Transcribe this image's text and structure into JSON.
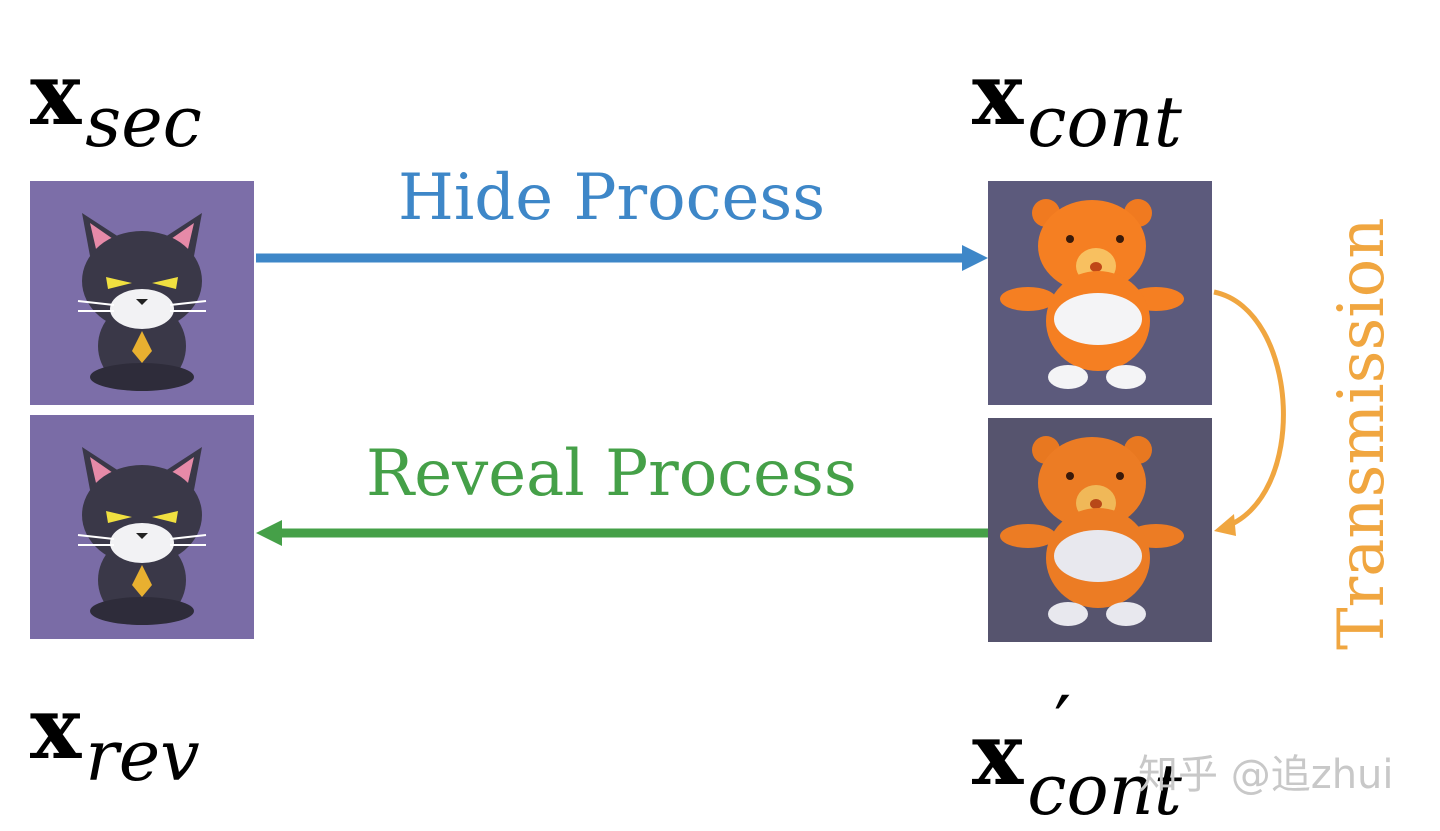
{
  "labels": {
    "x_sec": {
      "base": "x",
      "sub": "sec"
    },
    "x_cont": {
      "base": "x",
      "sub": "cont"
    },
    "x_rev": {
      "base": "x",
      "sub": "rev"
    },
    "x_cont_prime": {
      "base": "x",
      "sub": "cont",
      "prime": "′"
    }
  },
  "processes": {
    "hide": "Hide Process",
    "reveal": "Reveal Process",
    "transmission": "Transmission"
  },
  "colors": {
    "hide": "#3e87c8",
    "reveal": "#45a048",
    "transmission": "#f0a640",
    "cat_bg": "#7c6ea8",
    "bear_bg": "#5c5a7c"
  },
  "watermark": "知乎 @追zhui"
}
